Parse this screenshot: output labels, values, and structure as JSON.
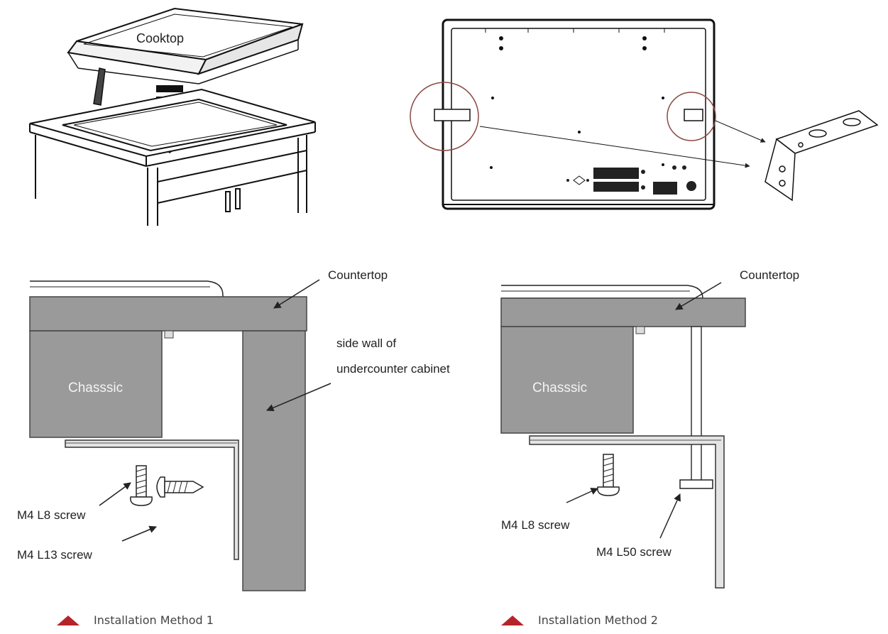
{
  "top_left": {
    "cooktop_label": "Cooktop"
  },
  "method1": {
    "countertop_label": "Countertop",
    "side_wall_line1": "side wall of",
    "side_wall_line2": "undercounter cabinet",
    "chassis_label": "Chasssic",
    "screw_a_label": "M4 L8 screw",
    "screw_b_label": "M4 L13 screw",
    "caption": "Installation Method 1"
  },
  "method2": {
    "countertop_label": "Countertop",
    "chassis_label": "Chasssic",
    "screw_a_label": "M4 L8 screw",
    "screw_b_label": "M4 L50 screw",
    "caption": "Installation Method 2"
  },
  "colors": {
    "panel_gray": "#9a9a9a",
    "accent_red": "#b6242b",
    "line": "#222222"
  }
}
